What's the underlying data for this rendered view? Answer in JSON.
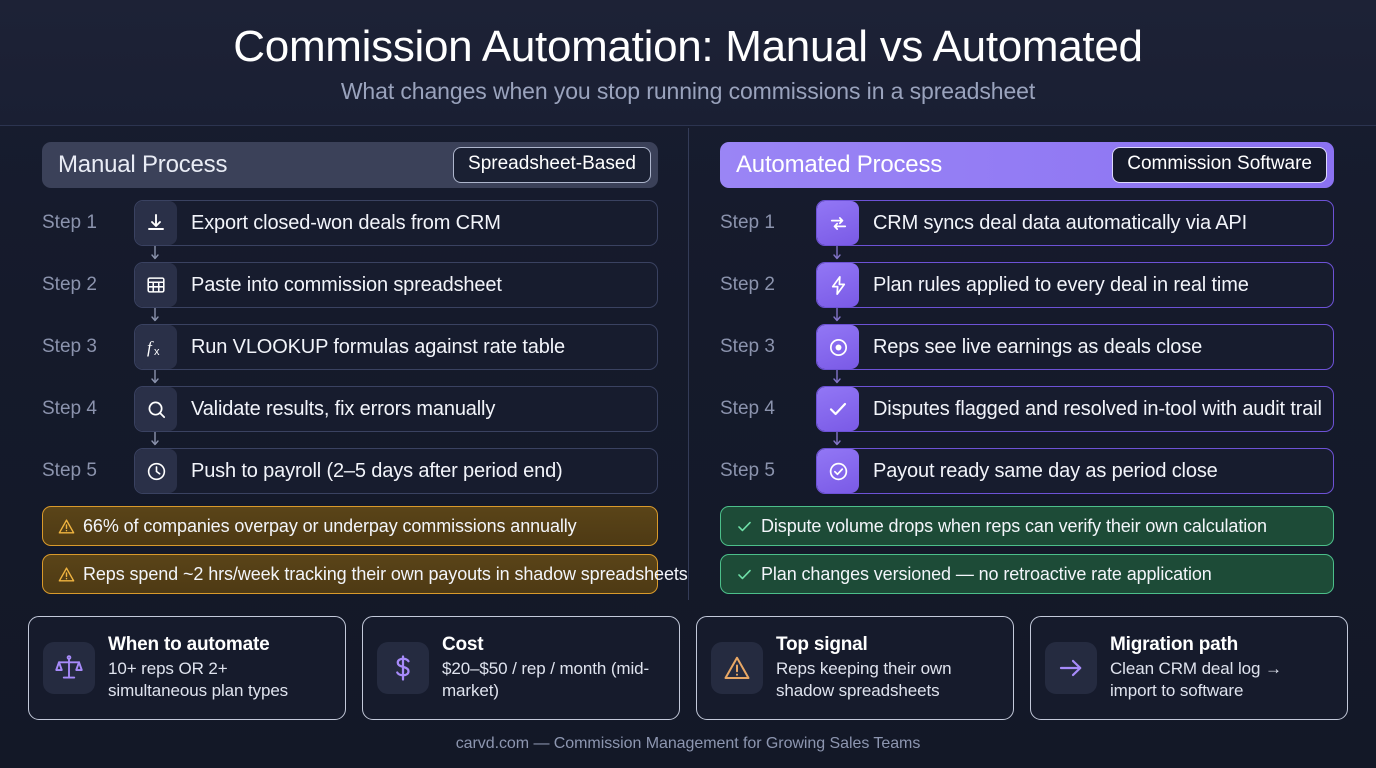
{
  "hero": {
    "title": "Commission Automation: Manual vs Automated",
    "subtitle": "What changes when you stop running commissions in a spreadsheet"
  },
  "colors": {
    "background": "#151a2b",
    "accent_purple": "#8b72f2",
    "warn_amber": "#d99a2b",
    "good_green": "#4cbf8a",
    "header_manual": "#3b4159"
  },
  "left_column": {
    "header_title": "Manual Process",
    "badge": "Spreadsheet-Based",
    "steps": [
      {
        "label": "Step 1",
        "text": "Export closed-won deals from CRM",
        "icon": "download-icon"
      },
      {
        "label": "Step 2",
        "text": "Paste into commission spreadsheet",
        "icon": "table-icon"
      },
      {
        "label": "Step 3",
        "text": "Run VLOOKUP formulas against rate table",
        "icon": "formula-fx-icon"
      },
      {
        "label": "Step 4",
        "text": "Validate results, fix errors manually",
        "icon": "magnifier-icon"
      },
      {
        "label": "Step 5",
        "text": "Push to payroll (2–5 days after period end)",
        "icon": "clock-icon"
      }
    ],
    "callouts": [
      {
        "text": "66% of companies overpay or underpay commissions annually",
        "icon": "warning-triangle-icon"
      },
      {
        "text": "Reps spend ~2 hrs/week tracking their own payouts in shadow spreadsheets",
        "icon": "warning-triangle-icon"
      }
    ]
  },
  "right_column": {
    "header_title": "Automated Process",
    "badge": "Commission Software",
    "steps": [
      {
        "label": "Step 1",
        "text": "CRM syncs deal data automatically via API",
        "icon": "sync-arrows-icon"
      },
      {
        "label": "Step 2",
        "text": "Plan rules applied to every deal in real time",
        "icon": "lightning-bolt-icon"
      },
      {
        "label": "Step 3",
        "text": "Reps see live earnings as deals close",
        "icon": "eye-target-icon"
      },
      {
        "label": "Step 4",
        "text": "Disputes flagged and resolved in-tool with audit trail",
        "icon": "check-icon"
      },
      {
        "label": "Step 5",
        "text": "Payout ready same day as period close",
        "icon": "check-circle-icon"
      }
    ],
    "callouts": [
      {
        "text": "Dispute volume drops when reps can verify their own calculation",
        "icon": "check-icon"
      },
      {
        "text": "Plan changes versioned — no retroactive rate application",
        "icon": "check-icon"
      }
    ]
  },
  "cards": [
    {
      "title": "When to automate",
      "desc": "10+ reps OR 2+ simultaneous plan types",
      "icon": "scales-balance-icon"
    },
    {
      "title": "Cost",
      "desc": "$20–$50 / rep / month (mid-market)",
      "icon": "dollar-sign-icon"
    },
    {
      "title": "Top signal",
      "desc": "Reps keeping their own shadow spreadsheets",
      "icon": "warning-triangle-icon"
    },
    {
      "title": "Migration path",
      "desc": "Clean CRM deal log → import to software",
      "icon": "arrow-right-icon"
    }
  ],
  "footer": "carvd.com — Commission Management for Growing Sales Teams"
}
